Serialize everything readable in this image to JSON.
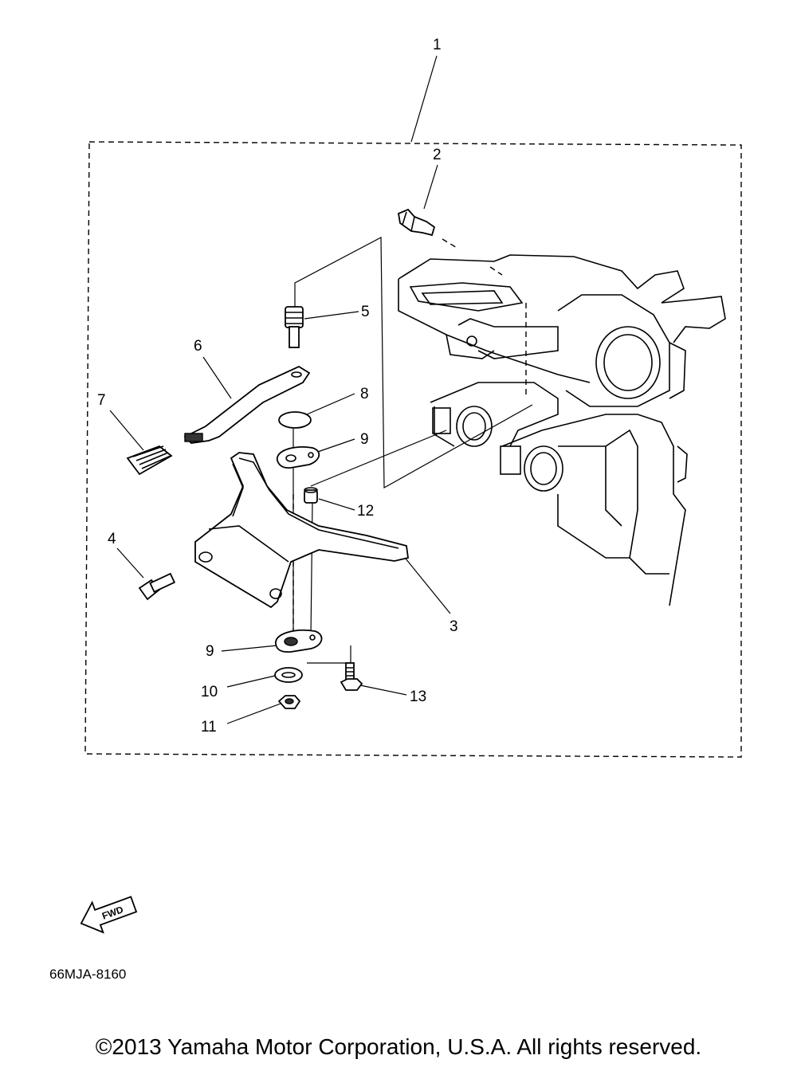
{
  "callouts": [
    "1",
    "2",
    "3",
    "4",
    "5",
    "6",
    "7",
    "8",
    "9",
    "9",
    "10",
    "11",
    "12",
    "13"
  ],
  "fwd_label": "FWD",
  "drawing_code": "66MJA-8160",
  "copyright": "©2013 Yamaha Motor Corporation, U.S.A. All rights reserved."
}
